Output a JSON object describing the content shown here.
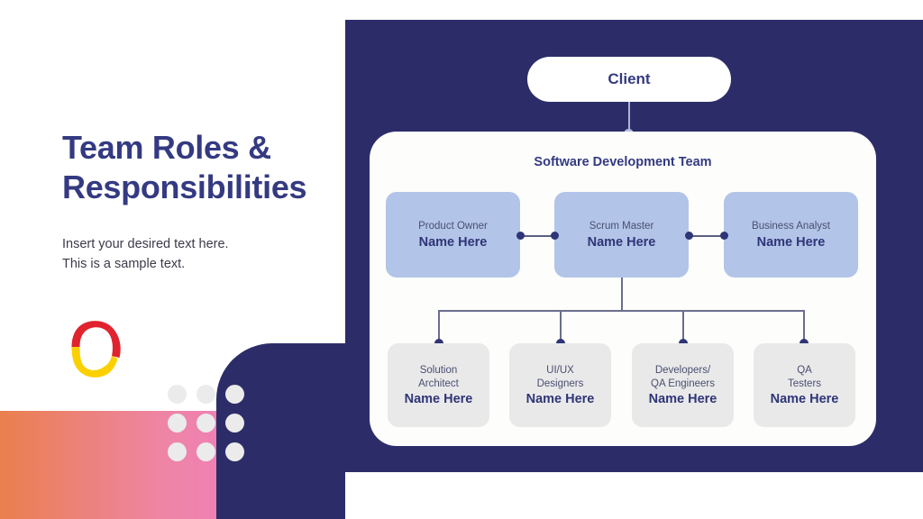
{
  "slide": {
    "title": "Team Roles & Responsibilities",
    "subtitle": "Insert your desired text here.\nThis is a sample text.",
    "logo_name": "brand-loop-logo"
  },
  "colors": {
    "navy": "#2c2d68",
    "title_blue": "#343a81",
    "role_box_blue": "#b2c4e8",
    "sub_box_gray": "#e9e9ea",
    "gradient_start": "#ea7f4e",
    "gradient_end": "#f07fb6",
    "logo_red": "#e0232e",
    "logo_yellow": "#fbd000",
    "connector_gray": "#6b6e8d",
    "dot_navy": "#2f3577",
    "client_connector": "#aab4da"
  },
  "chart_data": {
    "type": "diagram",
    "title": "Team Roles & Responsibilities",
    "root": "Client",
    "group": "Software Development Team",
    "nodes": [
      {
        "id": "client",
        "label": "Client",
        "level": 0
      },
      {
        "id": "product-owner",
        "label": "Product Owner",
        "value": "Name Here",
        "level": 1
      },
      {
        "id": "scrum-master",
        "label": "Scrum Master",
        "value": "Name Here",
        "level": 1
      },
      {
        "id": "business-analyst",
        "label": "Business Analyst",
        "value": "Name Here",
        "level": 1
      },
      {
        "id": "solution-architect",
        "label": "Solution Architect",
        "value": "Name Here",
        "level": 2
      },
      {
        "id": "uiux-designers",
        "label": "UI/UX Designers",
        "value": "Name Here",
        "level": 2
      },
      {
        "id": "developers-qa-engineers",
        "label": "Developers/ QA Engineers",
        "value": "Name Here",
        "level": 2
      },
      {
        "id": "qa-testers",
        "label": "QA Testers",
        "value": "Name Here",
        "level": 2
      }
    ],
    "edges": [
      {
        "from": "client",
        "to": "group"
      },
      {
        "from": "product-owner",
        "to": "scrum-master"
      },
      {
        "from": "scrum-master",
        "to": "business-analyst"
      },
      {
        "from": "scrum-master",
        "to": "solution-architect"
      },
      {
        "from": "scrum-master",
        "to": "uiux-designers"
      },
      {
        "from": "scrum-master",
        "to": "developers-qa-engineers"
      },
      {
        "from": "scrum-master",
        "to": "qa-testers"
      }
    ]
  },
  "org": {
    "client_label": "Client",
    "team_title": "Software Development Team",
    "roles": [
      {
        "label": "Product Owner",
        "name": "Name Here"
      },
      {
        "label": "Scrum Master",
        "name": "Name Here"
      },
      {
        "label": "Business Analyst",
        "name": "Name Here"
      }
    ],
    "subteams": [
      {
        "line1": "Solution",
        "line2": "Architect",
        "name": "Name Here"
      },
      {
        "line1": "UI/UX",
        "line2": "Designers",
        "name": "Name Here"
      },
      {
        "line1": "Developers/",
        "line2": "QA Engineers",
        "name": "Name Here"
      },
      {
        "line1": "QA",
        "line2": "Testers",
        "name": "Name Here"
      }
    ]
  }
}
